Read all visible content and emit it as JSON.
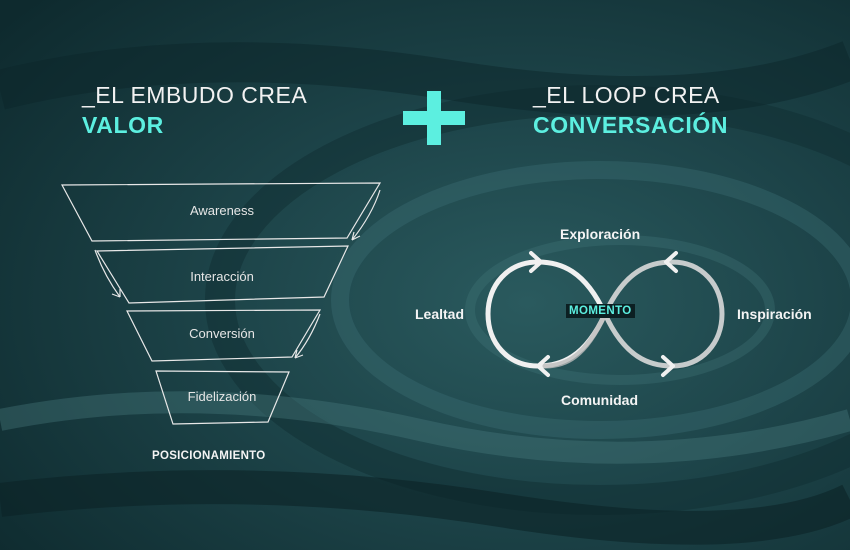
{
  "colors": {
    "accent": "#5cefe0",
    "text": "#f2f2f2",
    "background": "#1f4a4f"
  },
  "left": {
    "heading_line1": "_EL EMBUDO CREA",
    "heading_line2": "VALOR",
    "funnel_levels": [
      "Awareness",
      "Interacción",
      "Conversión",
      "Fidelización"
    ],
    "footer": "POSICIONAMIENTO"
  },
  "right": {
    "heading_line1": "_EL LOOP CREA",
    "heading_line2": "CONVERSACIÓN",
    "loop": {
      "top": "Exploración",
      "right": "Inspiración",
      "bottom": "Comunidad",
      "left": "Lealtad",
      "center": "MOMENTO"
    }
  },
  "icons": {
    "plus": "plus-icon"
  }
}
